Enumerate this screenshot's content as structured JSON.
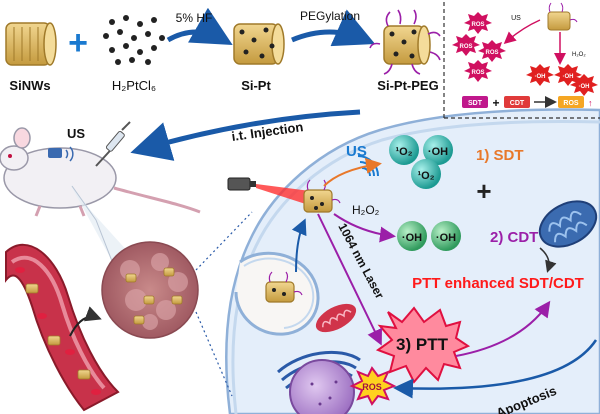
{
  "synthesis": {
    "sinws_label": "SiNWs",
    "h2ptcl6_label": "H₂PtCl₆",
    "hf_label": "5% HF",
    "sipt_label": "Si-Pt",
    "pegylation_label": "PEGylation",
    "siptpeg_label": "Si-Pt-PEG"
  },
  "inset": {
    "us_label": "US",
    "h2o2_label": "H₂O₂",
    "ros_label": "ROS",
    "oh_label": "·OH",
    "sdt_label": "SDT",
    "cdt_label": "CDT",
    "plus_symbol": "+",
    "colors": {
      "ros_burst": "#d01060",
      "oh_burst": "#e02020",
      "sdt": "#c0188c",
      "cdt": "#e03a3a",
      "ros_box": "#f5a623"
    }
  },
  "delivery": {
    "injection_label": "i.t. Injection",
    "us_label": "US"
  },
  "cell": {
    "us_label": "US",
    "singlet_oxygen": "¹O₂",
    "hydroxyl": "·OH",
    "h2o2_label": "H₂O₂",
    "laser_label": "1064 nm Laser",
    "sdt_label": "1) SDT",
    "cdt_label": "2) CDT",
    "ptt_label": "3) PTT",
    "plus_symbol": "+",
    "enhanced_label": "PTT enhanced SDT/CDT",
    "ros_label": "ROS",
    "apoptosis_label": "Apoptosis",
    "colors": {
      "sdt": "#e8782a",
      "cdt": "#9b1fa8",
      "enhanced": "#ff1a1a",
      "ptt_burst": "#ff8a9e",
      "cell_fill": "#e4eefa",
      "arrow_blue": "#1a5aa8"
    }
  }
}
